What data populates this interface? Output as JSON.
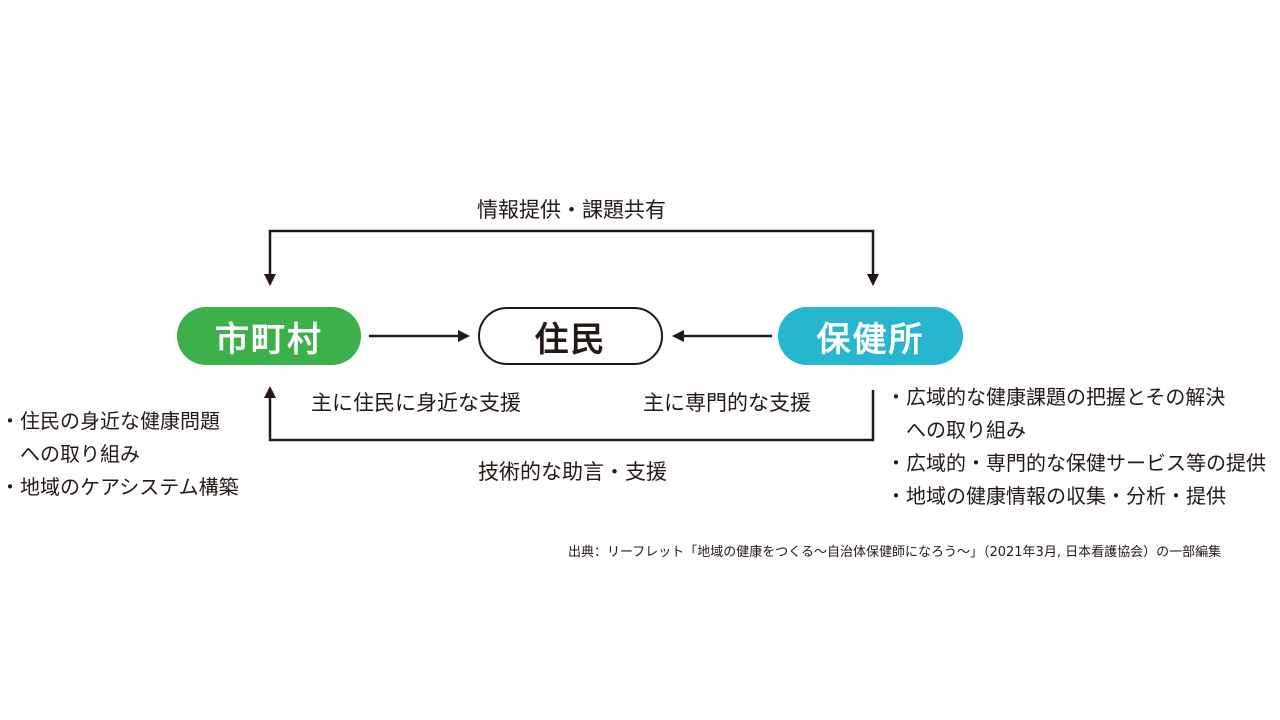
{
  "labels": {
    "top": "情報提供・課題共有",
    "bottom": "技術的な助言・支援",
    "mid_left": "主に住民に身近な支援",
    "mid_right": "主に専門的な支援"
  },
  "nodes": {
    "city": "市町村",
    "residents": "住民",
    "health_center": "保健所"
  },
  "colors": {
    "city": "#3cb04b",
    "health_center": "#27b6cf",
    "line": "#231815"
  },
  "left_list": [
    {
      "lines": [
        "・住民の身近な健康問題",
        "への取り組み"
      ]
    },
    {
      "lines": [
        "・地域のケアシステム構築"
      ]
    }
  ],
  "right_list": [
    {
      "lines": [
        "・広域的な健康課題の把握とその解決",
        "への取り組み"
      ]
    },
    {
      "lines": [
        "・広域的・専門的な保健サービス等の提供"
      ]
    },
    {
      "lines": [
        "・地域の健康情報の収集・分析・提供"
      ]
    }
  ],
  "source": "出典：リーフレット「地域の健康をつくる～自治体保健師になろう～」（2021年3月, 日本看護協会）の一部編集"
}
